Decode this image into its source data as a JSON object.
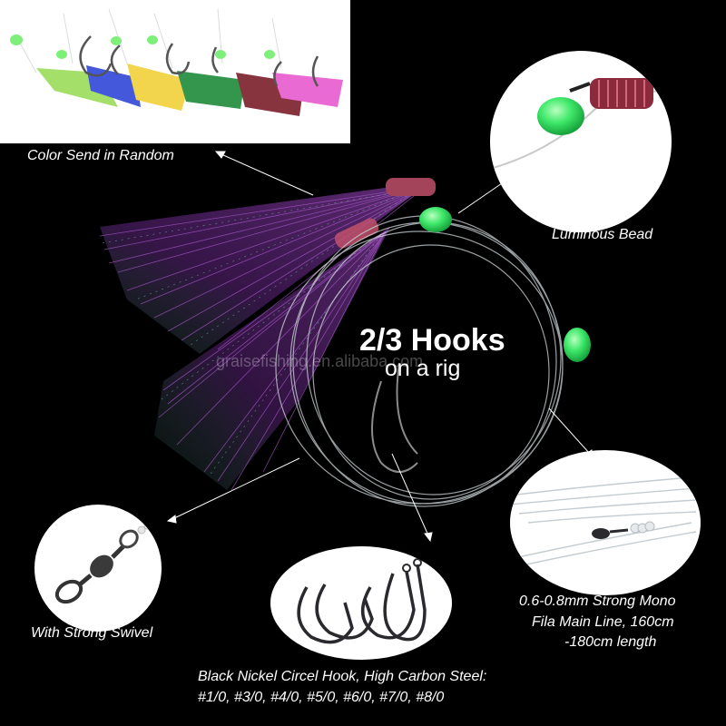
{
  "labels": {
    "color_random": "Color Send in Random",
    "luminous_bead": "Luminous Bead",
    "hooks_title": "2/3 Hooks",
    "hooks_subtitle": "on a rig",
    "watermark": "graisefishing.en.alibaba.com",
    "swivel": "With Strong Swivel",
    "mono_line_1": "0.6-0.8mm Strong Mono",
    "mono_line_2": "Fila Main Line, 160cm",
    "mono_line_3": "-180cm length",
    "hook_spec_1": "Black Nickel Circel Hook, High Carbon Steel:",
    "hook_spec_2": "#1/0, #3/0, #4/0, #5/0, #6/0, #7/0, #8/0"
  },
  "colors": {
    "background": "#000000",
    "label_text": "#ffffff",
    "luminous_bead": "#3fe86a",
    "skirt_purple": "#b04cd8",
    "hook": "#2a2a2e",
    "line": "#cfd6da"
  },
  "lure_colors": [
    "#6fd24f",
    "#2f46d8",
    "#f2d13a",
    "#1f8a3a",
    "#7b1f2a",
    "#e85ad0"
  ]
}
